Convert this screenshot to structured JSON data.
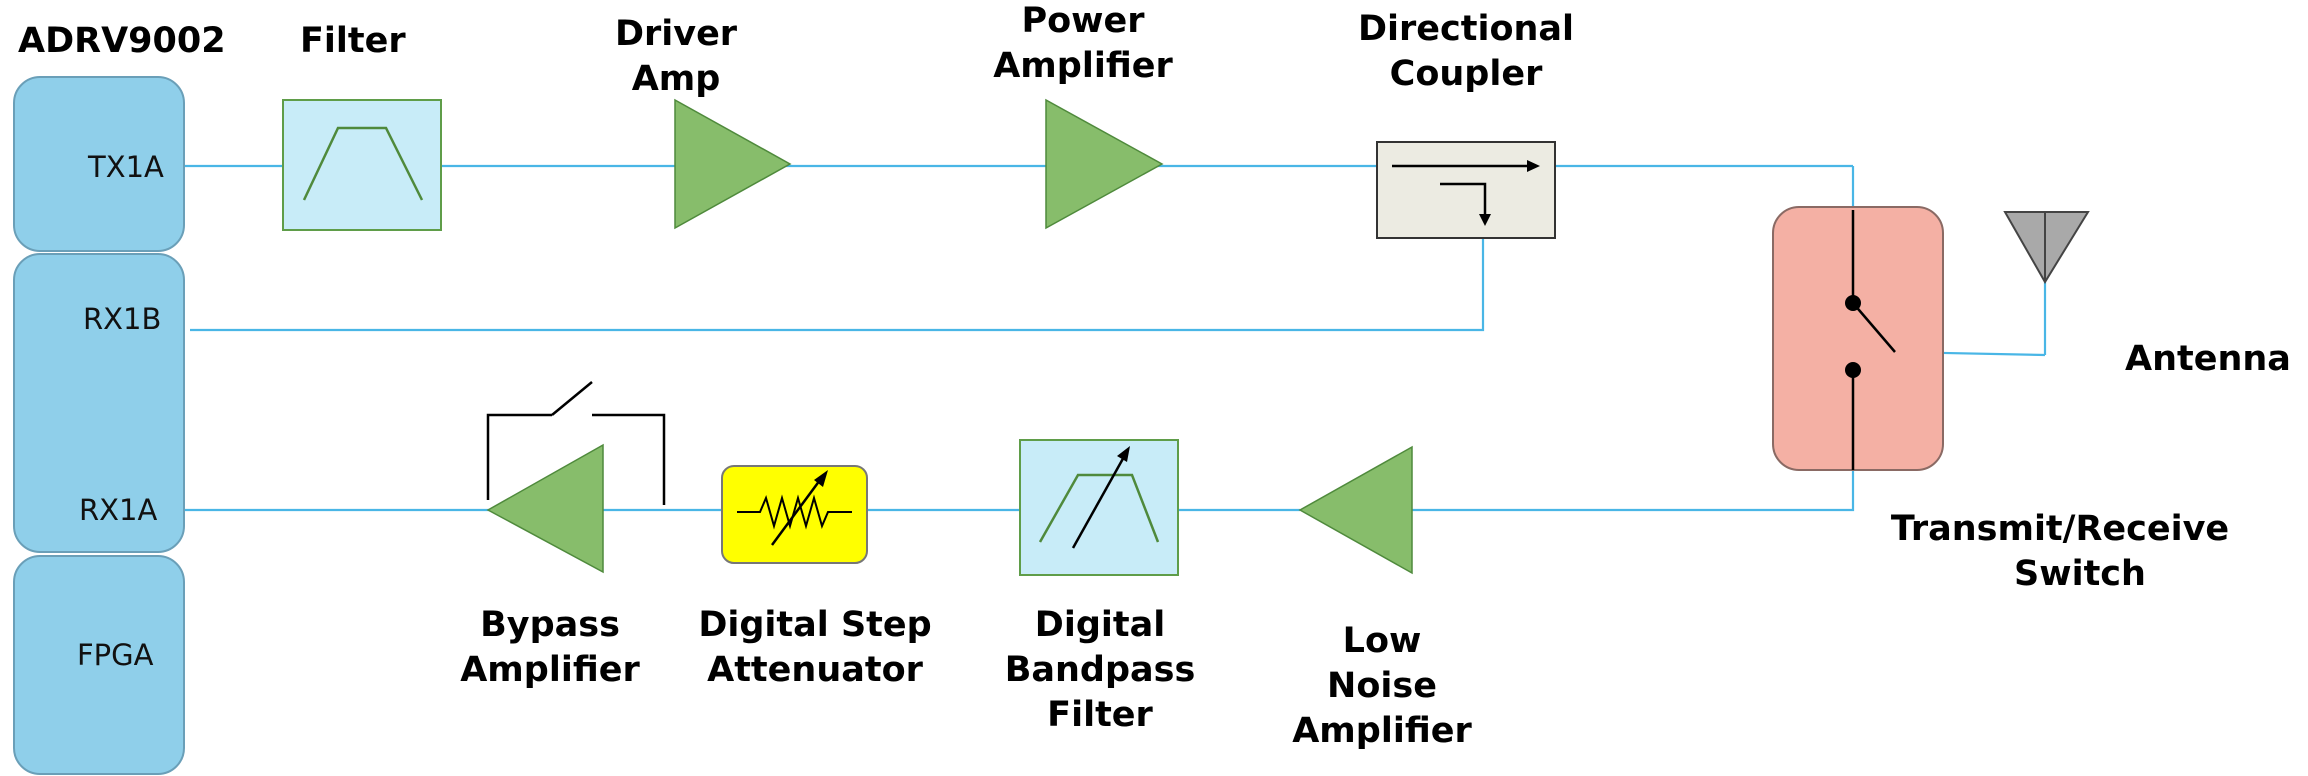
{
  "chip": {
    "title": "ADRV9002",
    "ports": {
      "tx1a": "TX1A",
      "rx1b": "RX1B",
      "rx1a": "RX1A",
      "fpga": "FPGA"
    }
  },
  "tx_chain": {
    "filter": [
      "Filter"
    ],
    "driver_amp": [
      "Driver",
      "Amp"
    ],
    "power_amplifier": [
      "Power",
      "Amplifier"
    ],
    "directional_coupler": [
      "Directional",
      "Coupler"
    ]
  },
  "rx_chain": {
    "bypass_amplifier": [
      "Bypass",
      "Amplifier"
    ],
    "digital_step_attenuator": [
      "Digital Step",
      "Attenuator"
    ],
    "digital_bandpass_filter": [
      "Digital",
      "Bandpass",
      "Filter"
    ],
    "low_noise_amplifier": [
      "Low",
      "Noise",
      "Amplifier"
    ]
  },
  "tr_switch": [
    "Transmit/Receive",
    "Switch"
  ],
  "antenna": "Antenna",
  "colors": {
    "signal_wire": "#49b6e6",
    "chip_block": "#8fcfea",
    "amplifier": "#87bd6b",
    "filter_fill": "#c8ecf8",
    "attenuator_fill": "#ffff00",
    "coupler_fill": "#ecebe2",
    "switch_fill": "#f4b0a4",
    "antenna_fill": "#a9a9a9"
  }
}
